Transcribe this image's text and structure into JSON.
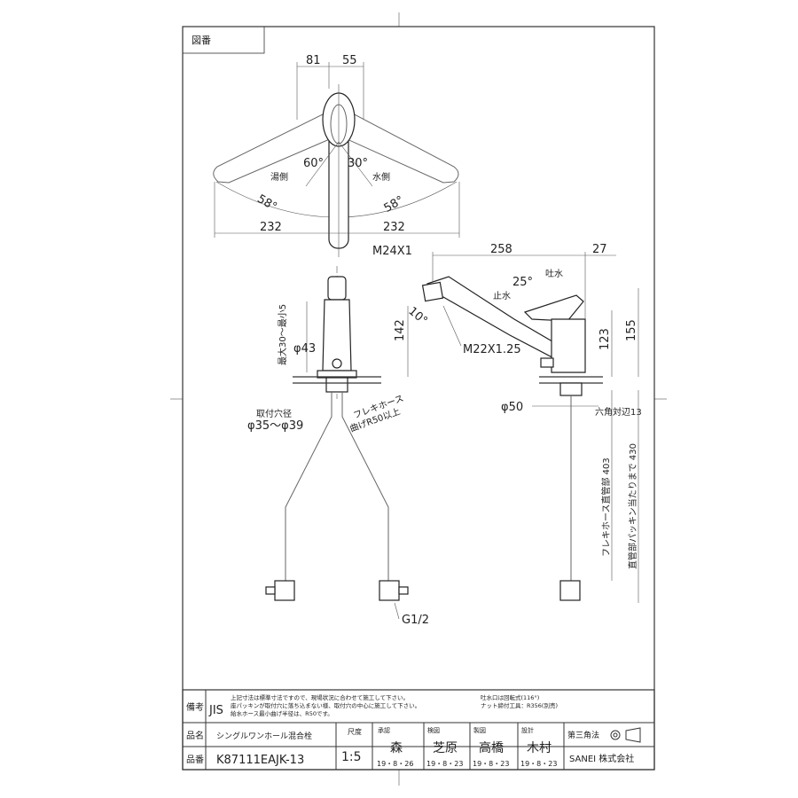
{
  "header": {
    "zuban_label": "図番"
  },
  "top_view": {
    "dim_81": "81",
    "dim_55": "55",
    "angle_60": "60°",
    "angle_30": "30°",
    "hot_side": "湯側",
    "cold_side": "水側",
    "angle_58_left": "58°",
    "angle_58_right": "58°",
    "dim_232_left": "232",
    "dim_232_right": "232"
  },
  "front_view": {
    "max_height_label": "最大30〜最小5",
    "dim_43": "φ43",
    "mount_hole_label": "取付穴径",
    "mount_hole_range": "φ35〜φ39",
    "hose_label": "フレキホース",
    "hose_bend": "曲げR50以上",
    "g_thread": "G1/2"
  },
  "side_view": {
    "m24": "M24X1",
    "dim_258": "258",
    "dim_27": "27",
    "spout_water": "吐水",
    "stop_water": "止水",
    "angle_25": "25°",
    "angle_10": "10°",
    "dim_142": "142",
    "m22": "M22X1.25",
    "dim_123": "123",
    "dim_155": "155",
    "dim_50": "φ50",
    "hex_label": "六角対辺13",
    "hose_len": "フレキホース直管部 403",
    "packing_len": "直管部パッキン当たりまで 430"
  },
  "title_block": {
    "remarks_label": "備考",
    "jis": "JIS",
    "note1": "上記寸法は標準寸法ですので、現場状況に合わせて施工して下さい。",
    "note2": "座パッキンが取付穴に落ち込まない様、取付穴の中心に施工して下さい。",
    "note3": "給水ホース最小曲げ半径は、R50です。",
    "note4": "吐水口は回転式(116°)",
    "note5": "ナット締付工具：R356(別売)",
    "name_label": "品名",
    "name_value": "シングルワンホール混合栓",
    "number_label": "品番",
    "number_value": "K87111EAJK-13",
    "scale_label": "尺度",
    "scale_value": "1:5",
    "approve_label": "承認",
    "approve_name": "森",
    "approve_date": "19・8・26",
    "check_label": "検図",
    "check_name": "芝原",
    "check_date": "19・8・23",
    "draft_label": "製図",
    "draft_name": "高橋",
    "draft_date": "19・8・23",
    "design_label": "設計",
    "design_name": "木村",
    "design_date": "19・8・23",
    "projection_label": "第三角法",
    "company": "SANEI 株式会社"
  }
}
